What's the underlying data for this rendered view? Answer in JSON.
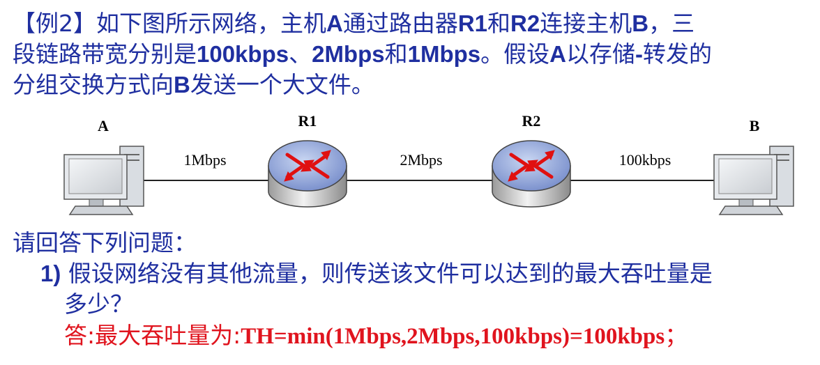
{
  "problem": {
    "line1": {
      "prefix": "【例2】如下图所示网络，主机",
      "a": "A",
      "mid1": "通过路由器",
      "r1": "R1",
      "and": "和",
      "r2": "R2",
      "mid2": "连接主机",
      "b": "B",
      "tail": "，三"
    },
    "line2": {
      "prefix": "段链路带宽分别是",
      "bw1": "100kbps",
      "sep": "、",
      "bw2": "2Mbps",
      "and": "和",
      "bw3": "1Mbps",
      "mid": "。假设",
      "a": "A",
      "tail1": "以存储",
      "dash": "-",
      "tail2": "转发的"
    },
    "line3": {
      "prefix": "分组交换方式向",
      "b": "B",
      "tail": "发送一个大文件。"
    }
  },
  "diagram": {
    "host_a_label": "A",
    "router1_label": "R1",
    "router2_label": "R2",
    "host_b_label": "B",
    "link1_label": "1Mbps",
    "link2_label": "2Mbps",
    "link3_label": "100kbps"
  },
  "questions": {
    "prompt": "请回答下列问题：",
    "q1_number": "1)",
    "q1_text_line1": "假设网络没有其他流量，则传送该文件可以达到的最大吞吐量是",
    "q1_text_line2": "多少？",
    "answer_prefix": "答:最大吞吐量为:",
    "answer_formula": "TH=min(1Mbps,2Mbps,100kbps)=100kbps",
    "answer_suffix": "；"
  },
  "colors": {
    "text": "#1f2fa0",
    "answer": "#e0141e"
  }
}
